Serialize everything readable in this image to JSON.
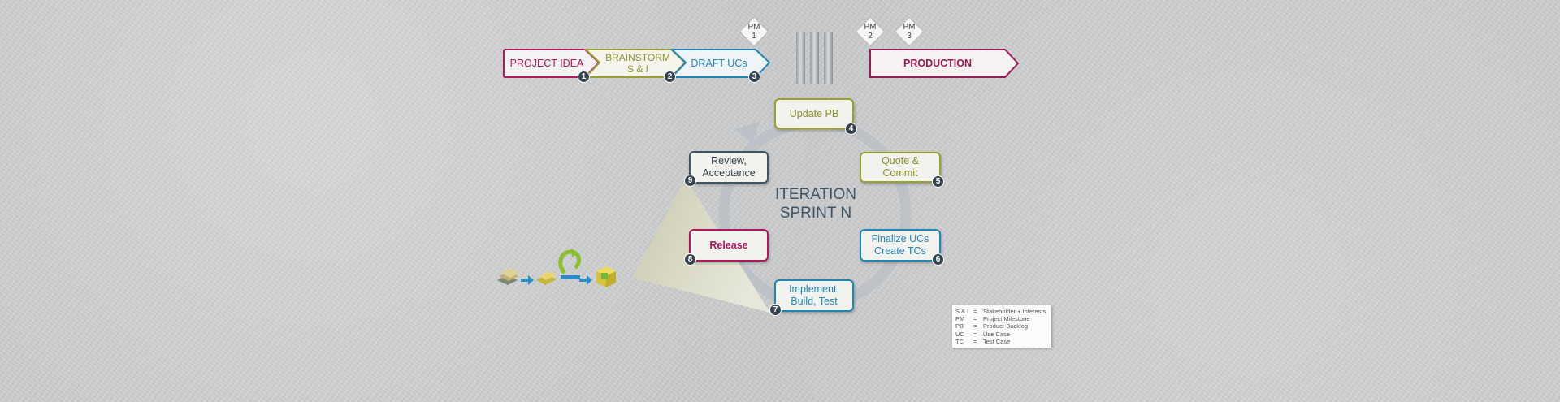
{
  "phases": [
    {
      "label_lines": [
        "PROJECT IDEA"
      ],
      "step": "1",
      "color": "#b0175f"
    },
    {
      "label_lines": [
        "BRAINSTORM",
        "S & I"
      ],
      "step": "2",
      "color": "#9aa030"
    },
    {
      "label_lines": [
        "DRAFT UCs"
      ],
      "step": "3",
      "color": "#1f86b9"
    },
    {
      "label_lines": [
        "PRODUCTION"
      ],
      "step": "",
      "color": "#9c1a55"
    }
  ],
  "milestones": [
    {
      "text": "PM\n1"
    },
    {
      "text": "PM\n2"
    },
    {
      "text": "PM\n3"
    }
  ],
  "iteration": {
    "line1": "ITERATION",
    "line2": "SPRINT N"
  },
  "steps": [
    {
      "n": "4",
      "text": "Update PB",
      "color": "#9aa030"
    },
    {
      "n": "5",
      "text": "Quote & Commit",
      "color": "#9aa030"
    },
    {
      "n": "6",
      "text": "Finalize UCs\nCreate TCs",
      "color": "#1f86b9"
    },
    {
      "n": "7",
      "text": "Implement,\nBuild, Test",
      "color": "#1f86b9"
    },
    {
      "n": "8",
      "text": "Release",
      "color": "#b0175f"
    },
    {
      "n": "9",
      "text": "Review,\nAcceptance",
      "color": "#3e5566"
    }
  ],
  "legend": [
    {
      "key": "S & I",
      "eq": "=",
      "value": "Stakeholder + Interests"
    },
    {
      "key": "PM",
      "eq": "=",
      "value": "Project Milestone"
    },
    {
      "key": "PB",
      "eq": "=",
      "value": "Product-Backlog"
    },
    {
      "key": "UC",
      "eq": "=",
      "value": "Use Case"
    },
    {
      "key": "TC",
      "eq": "=",
      "value": "Test Case"
    }
  ],
  "icons": [
    "documents-stack-icon",
    "arrow-right-icon",
    "yellow-papers-icon",
    "arrow-right-icon",
    "green-cycle-arrow-icon",
    "arrow-right-icon",
    "yellow-package-box-icon"
  ],
  "colors": {
    "magenta": "#b0175f",
    "olive": "#9aa030",
    "blue": "#1f86b9",
    "slate": "#3e5566",
    "dark_magenta": "#9c1a55"
  }
}
